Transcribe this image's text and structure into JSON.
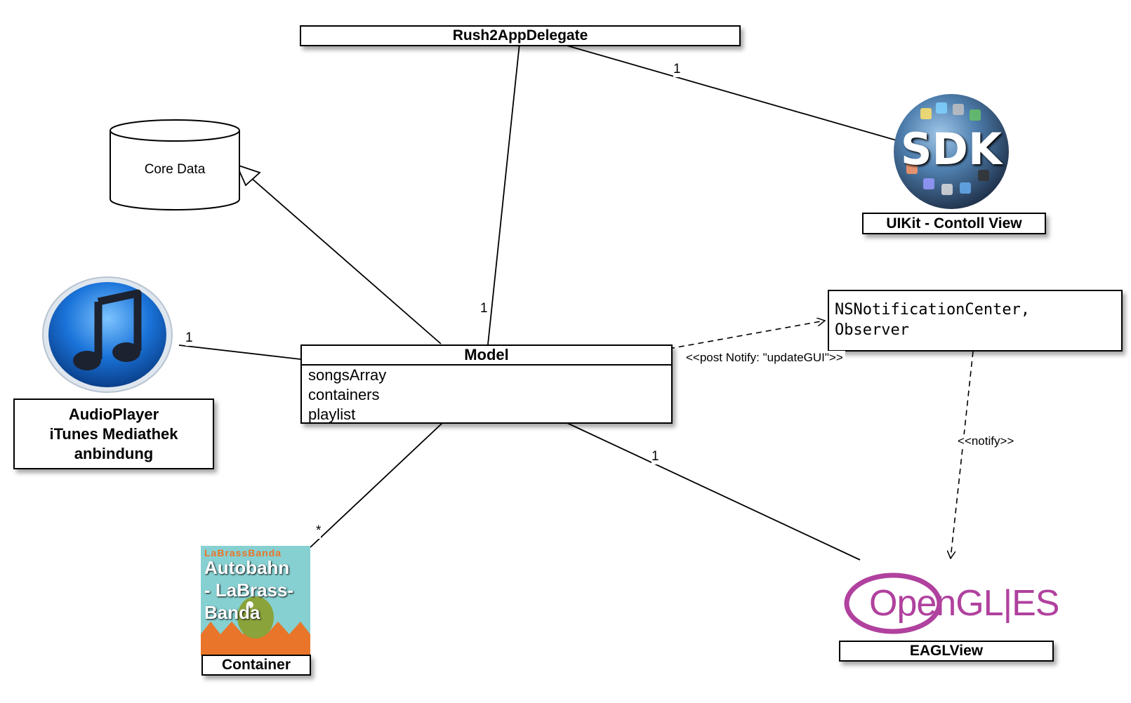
{
  "diagram": {
    "nodes": {
      "app_delegate": {
        "title": "Rush2AppDelegate"
      },
      "core_data": {
        "label": "Core Data"
      },
      "uikit": {
        "title": "UIKit - Contoll View",
        "icon": "sdk-globe-icon",
        "icon_text": "SDK"
      },
      "notification_center": {
        "line1": "NSNotificationCenter,",
        "line2": "Observer"
      },
      "model": {
        "title": "Model",
        "attributes": [
          "songsArray",
          "containers",
          "playlist"
        ]
      },
      "audio_player": {
        "line1": "AudioPlayer",
        "line2": "iTunes Mediathek",
        "line3": "anbindung",
        "icon": "itunes-icon"
      },
      "container": {
        "title": "Container",
        "icon": "album-cover-icon",
        "cover_brand": "LaBrassBanda",
        "cover_title_1": "Autobahn",
        "cover_title_2": "- LaBrass-",
        "cover_title_3": "Banda"
      },
      "eaglview": {
        "title": "EAGLView",
        "icon": "opengl-es-logo",
        "logo_text": "OpenGL|ES"
      }
    },
    "edges": {
      "delegate_uikit": {
        "multiplicity": "1"
      },
      "delegate_model": {
        "multiplicity": "1"
      },
      "model_audio": {
        "multiplicity": "1"
      },
      "model_container": {
        "multiplicity": "*"
      },
      "model_eaglview": {
        "multiplicity": "1"
      },
      "model_notification": {
        "stereotype": "<<post Notify: \"updateGUI\">>"
      },
      "notification_eaglview": {
        "stereotype": "<<notify>>"
      }
    },
    "colors": {
      "line": "#000000",
      "itunes_blue": "#1a73d9",
      "opengl_purple": "#b0419e",
      "cover_teal": "#86d0d2",
      "cover_orange": "#e8752a"
    }
  }
}
